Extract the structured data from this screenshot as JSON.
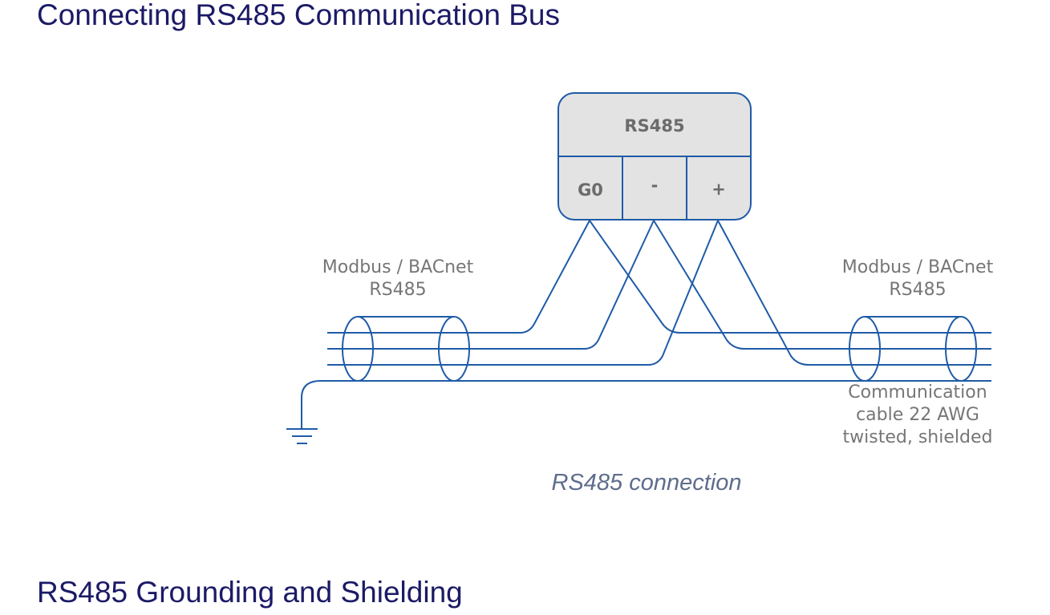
{
  "headings": {
    "connecting": "Connecting RS485 Communication Bus",
    "grounding": "RS485 Grounding and Shielding"
  },
  "diagram": {
    "module": {
      "title": "RS485",
      "terminals": [
        "G0",
        "-",
        "+"
      ]
    },
    "left_label": [
      "Modbus / BACnet",
      "RS485"
    ],
    "right_label": [
      "Modbus / BACnet",
      "RS485"
    ],
    "cable_note": [
      "Communication",
      "cable 22 AWG",
      "twisted, shielded"
    ],
    "caption": "RS485 connection",
    "wire_color": "#1f5ba8",
    "box_color": "#e3e3e3",
    "heading_color": "#1c1a66"
  }
}
